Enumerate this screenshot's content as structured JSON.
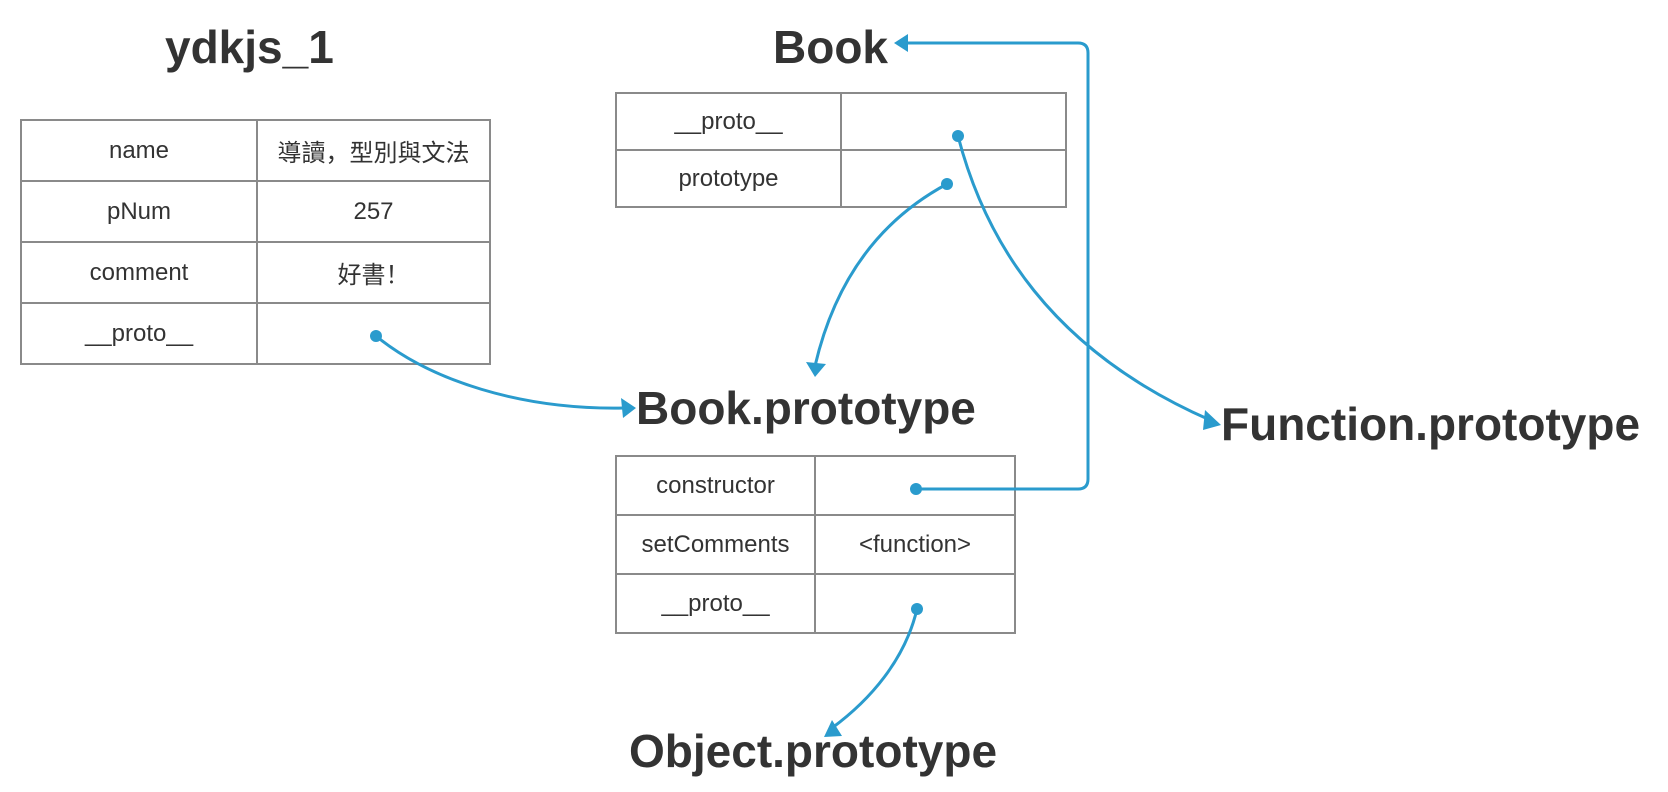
{
  "colors": {
    "arrow": "#2a9bcd",
    "text": "#333333",
    "border": "#8a8a8a"
  },
  "objects": {
    "ydkjs_1": {
      "title": "ydkjs_1",
      "rows": [
        {
          "key": "name",
          "value": "導讀，型別與文法"
        },
        {
          "key": "pNum",
          "value": "257"
        },
        {
          "key": "comment",
          "value": "好書！"
        },
        {
          "key": "__proto__",
          "value": ""
        }
      ]
    },
    "book": {
      "title": "Book",
      "rows": [
        {
          "key": "__proto__",
          "value": ""
        },
        {
          "key": "prototype",
          "value": ""
        }
      ]
    },
    "book_prototype": {
      "title": "Book.prototype",
      "rows": [
        {
          "key": "constructor",
          "value": ""
        },
        {
          "key": "setComments",
          "value": "<function>"
        },
        {
          "key": "__proto__",
          "value": ""
        }
      ]
    },
    "function_prototype": {
      "title": "Function.prototype"
    },
    "object_prototype": {
      "title": "Object.prototype"
    }
  }
}
